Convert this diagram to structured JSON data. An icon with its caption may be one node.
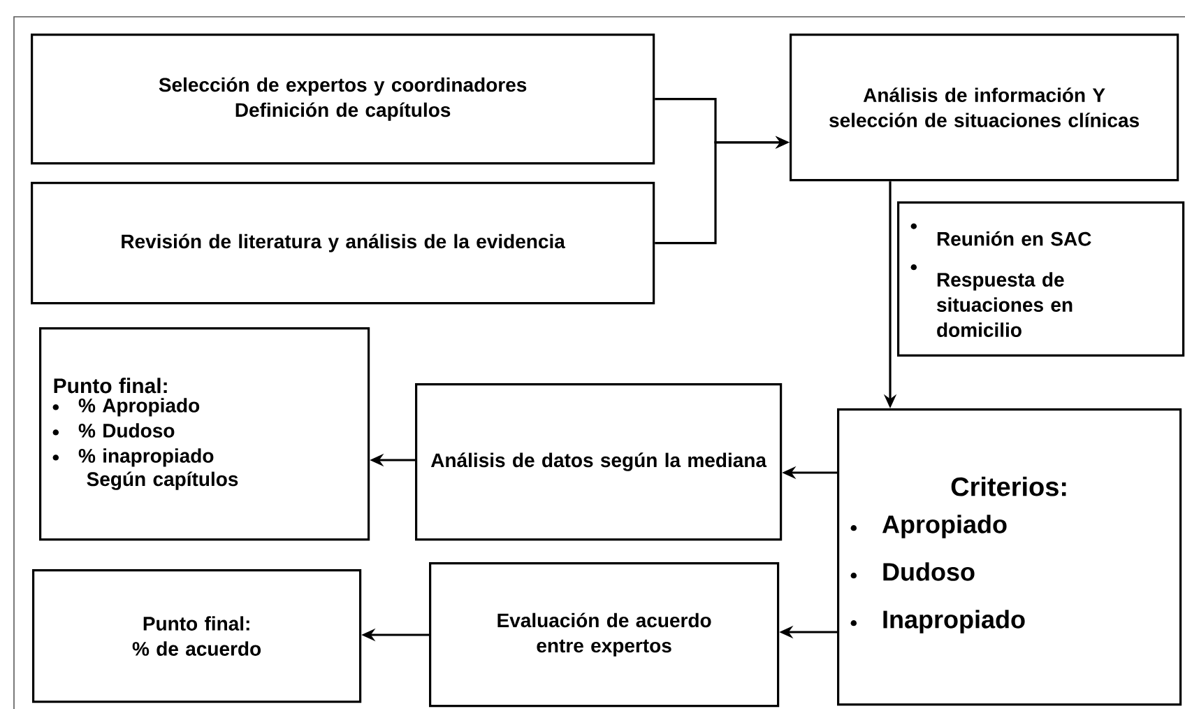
{
  "diagram": {
    "nodes": [
      {
        "text": [
          "Selección de expertos y coordinadores",
          "Definición de capítulos"
        ]
      },
      {
        "text": [
          "Revisión de literatura y análisis de la evidencia"
        ]
      },
      {
        "text": [
          "Análisis de información Y selección de situaciones clínicas"
        ]
      },
      {
        "text": [
          "Reunión en SAC",
          "Respuesta de situaciones en domicilio"
        ]
      },
      {
        "text": [
          "Criterios:",
          "Apropiado",
          "Dudoso",
          "Inapropiado"
        ]
      },
      {
        "text": [
          "Análisis de datos según la mediana"
        ]
      },
      {
        "text": [
          "Punto final:",
          "% Apropiado",
          "% Dudoso",
          "% inapropiado",
          "Según capítulos"
        ]
      },
      {
        "text": [
          "Evaluación de acuerdo entre expertos"
        ]
      },
      {
        "text": [
          "Punto final:",
          "% de acuerdo"
        ]
      }
    ],
    "edges": [
      {
        "from": 0,
        "to": 2,
        "arrow": "to"
      },
      {
        "from": 1,
        "to": 2,
        "arrow": "to"
      },
      {
        "from": 2,
        "to": 4,
        "arrow": "to"
      },
      {
        "from": 4,
        "to": 5,
        "arrow": "to"
      },
      {
        "from": 5,
        "to": 6,
        "arrow": "to"
      },
      {
        "from": 4,
        "to": 7,
        "arrow": "to"
      },
      {
        "from": 7,
        "to": 8,
        "arrow": "to"
      }
    ]
  }
}
